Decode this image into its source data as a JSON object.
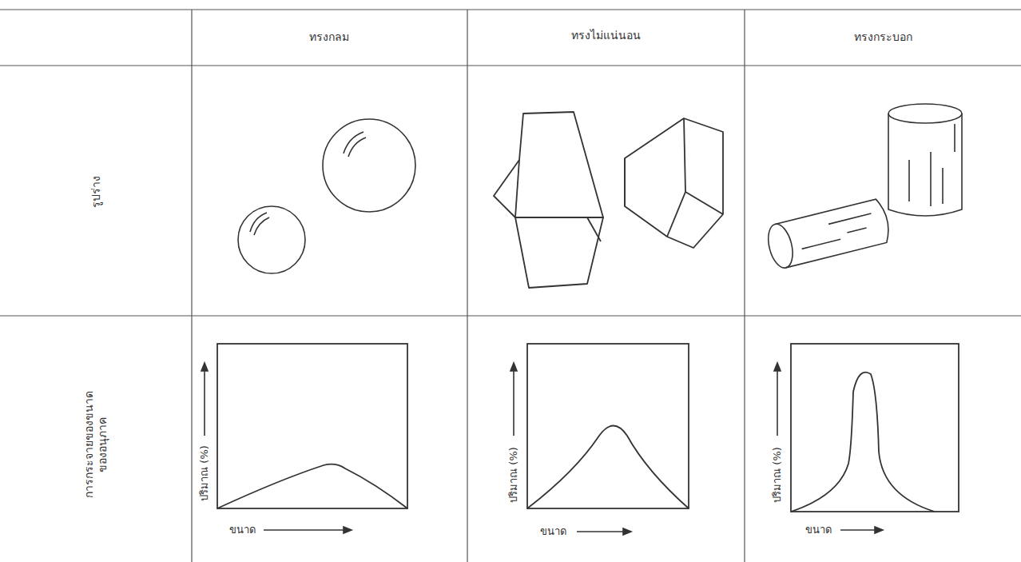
{
  "diagram": {
    "labels": [
      "ทรงกลม",
      "ทรงไม่แน่นอน",
      "ทรงกระบอก",
      "รูปร่าง",
      "การกระจายของขนาด ของอนุภาค",
      "ปริมาณ (%)",
      "ขนาด",
      "ปริมาณ (%)",
      "ขนาด",
      "ปริมาณ (%)",
      "ขนาด"
    ]
  }
}
